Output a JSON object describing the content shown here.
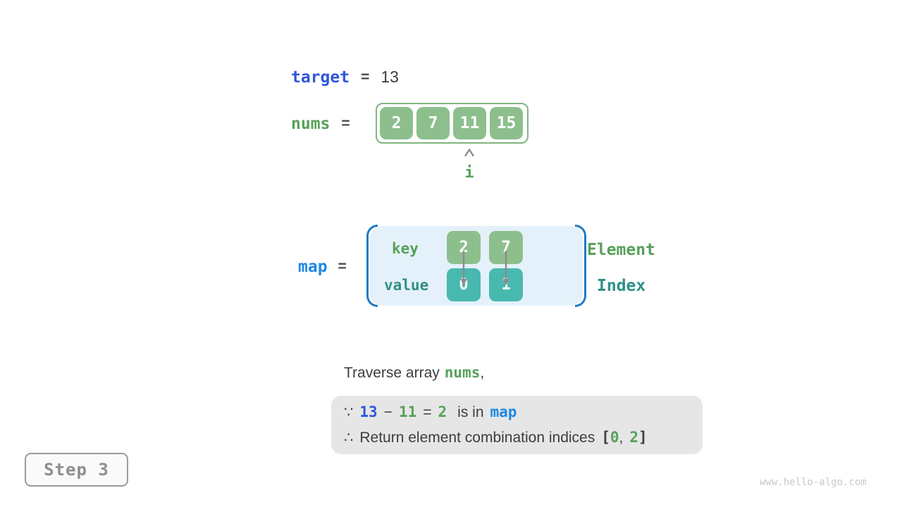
{
  "colors": {
    "indigo": "#3156dd",
    "azure": "#1e88e5",
    "green-text": "#57a05a",
    "green-fill": "#8dbf8d",
    "green-border": "#7fb67f",
    "teal-fill": "#48b9af",
    "teal-text": "#2f9088",
    "bracket-blue": "#1f7ac4",
    "lightblue-fill": "#e4f1fa",
    "note-bg": "#e6e6e6",
    "dark": "#3d3d3d",
    "gray": "#8b8b8b",
    "step-text": "#8e8e8e",
    "watermark": "#c9c9c9"
  },
  "target_row": {
    "name": "target",
    "eq": "=",
    "value": "13"
  },
  "nums_row": {
    "name": "nums",
    "eq": "=",
    "cells": [
      "2",
      "7",
      "11",
      "15"
    ],
    "pointer_label": "i"
  },
  "map_row": {
    "name": "map",
    "eq": "=",
    "key_label": "key",
    "value_label": "value",
    "keys": [
      "2",
      "7"
    ],
    "values": [
      "0",
      "1"
    ],
    "element_label": "Element",
    "index_label": "Index"
  },
  "caption": {
    "prefix": "Traverse array",
    "code": "nums",
    "suffix": ","
  },
  "note": {
    "line1": {
      "because": "∵",
      "target": "13",
      "minus": "−",
      "current": "11",
      "eq": "=",
      "diff": "2",
      "text": "is in",
      "map": "map"
    },
    "line2": {
      "therefore": "∴",
      "text": "Return element combination indices",
      "lbracket": "[",
      "index0": "0",
      "comma": ",",
      "index1": "2",
      "rbracket": "]"
    }
  },
  "step_badge": "Step 3",
  "watermark": "www.hello-algo.com"
}
